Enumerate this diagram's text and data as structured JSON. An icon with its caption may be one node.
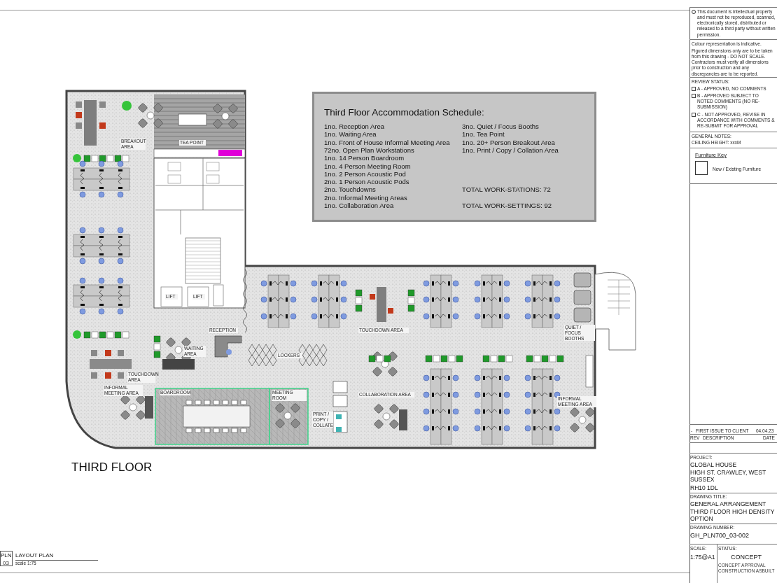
{
  "diagram": {
    "nodes": [
      {
        "text": [
          "Third Floor Accommodation Schedule:",
          "1no. Reception Area",
          "1no. Waiting Area",
          "1no. Front of House Informal Meeting Area",
          "72no. Open Plan Workstations",
          "1no. 14 Person Boardroom",
          "1no. 4 Person Meeting Room",
          "1no. 2 Person Acoustic Pod",
          "2no. 1 Person Acoustic Pods",
          "2no. Touchdowns",
          "2no. Informal Meeting Areas",
          "1no. Collaboration Area",
          "3no. Quiet / Focus Booths",
          "1no. Tea Point",
          "1no. 20+ Person Breakout Area",
          "1no. Print / Copy / Collation Area",
          "TOTAL WORK-STATIONS: 72",
          "TOTAL WORK-SETTINGS: 92"
        ]
      }
    ],
    "labels": [
      "THIRD FLOOR",
      "BREAKOUT AREA",
      "TEA POINT",
      "LIFT",
      "LIFT",
      "RECEPTION",
      "WAITING AREA",
      "LOCKERS",
      "TOUCHDOWN AREA",
      "TOUCHDOWN AREA",
      "INFORMAL MEETING AREA",
      "BOARDROOM",
      "MEETING ROOM",
      "PRINT / COPY / COLLATE",
      "COLLABORATION AREA",
      "QUIET / FOCUS BOOTHS",
      "INFORMAL MEETING AREA",
      "This document is intellectual property and must not be reproduced, scanned, electronically stored, distributed or released to a third party without written permission.",
      "Colour representation is indicative.",
      "Figured dimensions only are to be taken from this drawing - DO NOT SCALE. Contractors must verify all dimensions prior to construction and any discrepancies are to be reported.",
      "REVIEW STATUS:",
      "A - APPROVED, NO COMMENTS",
      "B - APPROVED SUBJECT TO NOTED COMMENTS (NO RE-SUBMISSION)",
      "C - NOT APPROVED, REVISE IN ACCORDANCE WITH COMMENTS & RE-SUBMIT FOR APPROVAL",
      "GENERAL NOTES:",
      "CEILING HEIGHT: xxxM",
      "Furniture Key",
      "-",
      "FIRST ISSUE TO CLIENT",
      "04.04.23",
      "REV",
      "DESCRIPTION",
      "DATE",
      "PROJECT:",
      "GLOBAL HOUSE",
      "HIGH ST. CRAWLEY, WEST SUSSEX",
      "RH10 1DL",
      "DRAWING TITLE:",
      "GENERAL ARRANGEMENT",
      "THIRD FLOOR HIGH DENSITY OPTION",
      "DRAWING NUMBER:",
      "GH_PLN700_03-002",
      "SCALE:",
      "1:75@A1",
      "STATUS:",
      "CONCEPT",
      "CONCEPT APPROVAL CONSTRUCTION ASBUILT",
      "PLN",
      "03",
      "LAYOUT PLAN",
      "scale 1:75"
    ],
    "legend": [
      {
        "text": "New / Existing Furniture"
      }
    ]
  }
}
